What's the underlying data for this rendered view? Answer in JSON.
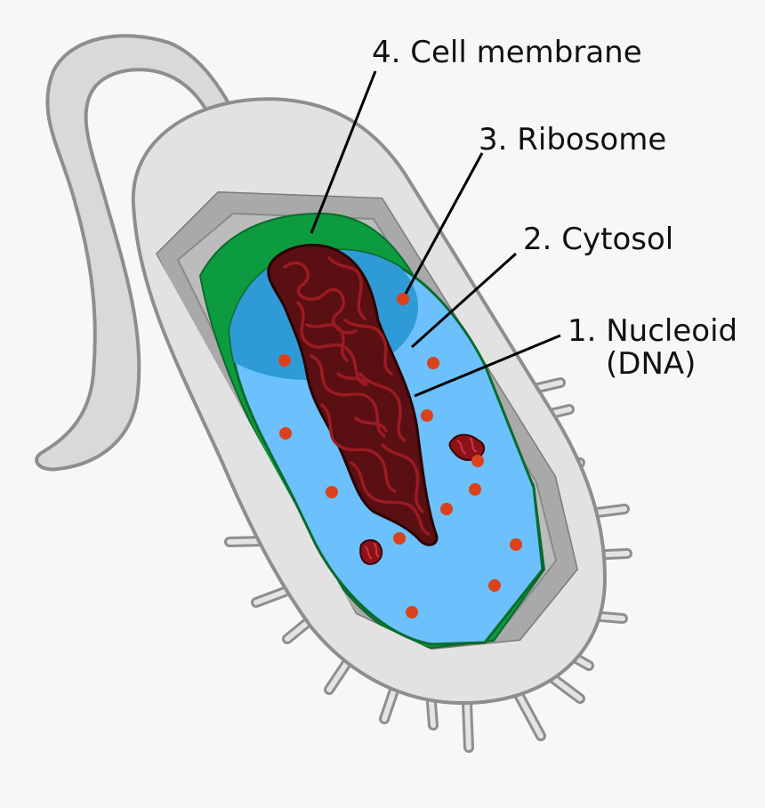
{
  "labels": {
    "cell_membrane": "4. Cell membrane",
    "ribosome": "3. Ribosome",
    "cytosol": "2. Cytosol",
    "nucleoid_line1": "1. Nucleoid",
    "nucleoid_line2": "(DNA)"
  },
  "colors": {
    "background": "#f7f7f7",
    "capsule": "#e2e2e2",
    "cell_wall": "#a9a9a9",
    "membrane": "#0d9b3f",
    "cytosol": "#6cc0fb",
    "cytosol_dark": "#2f9bd6",
    "nucleoid": "#5a0f12",
    "dna_strand": "#9b1b22",
    "ribosome": "#d9421c"
  }
}
